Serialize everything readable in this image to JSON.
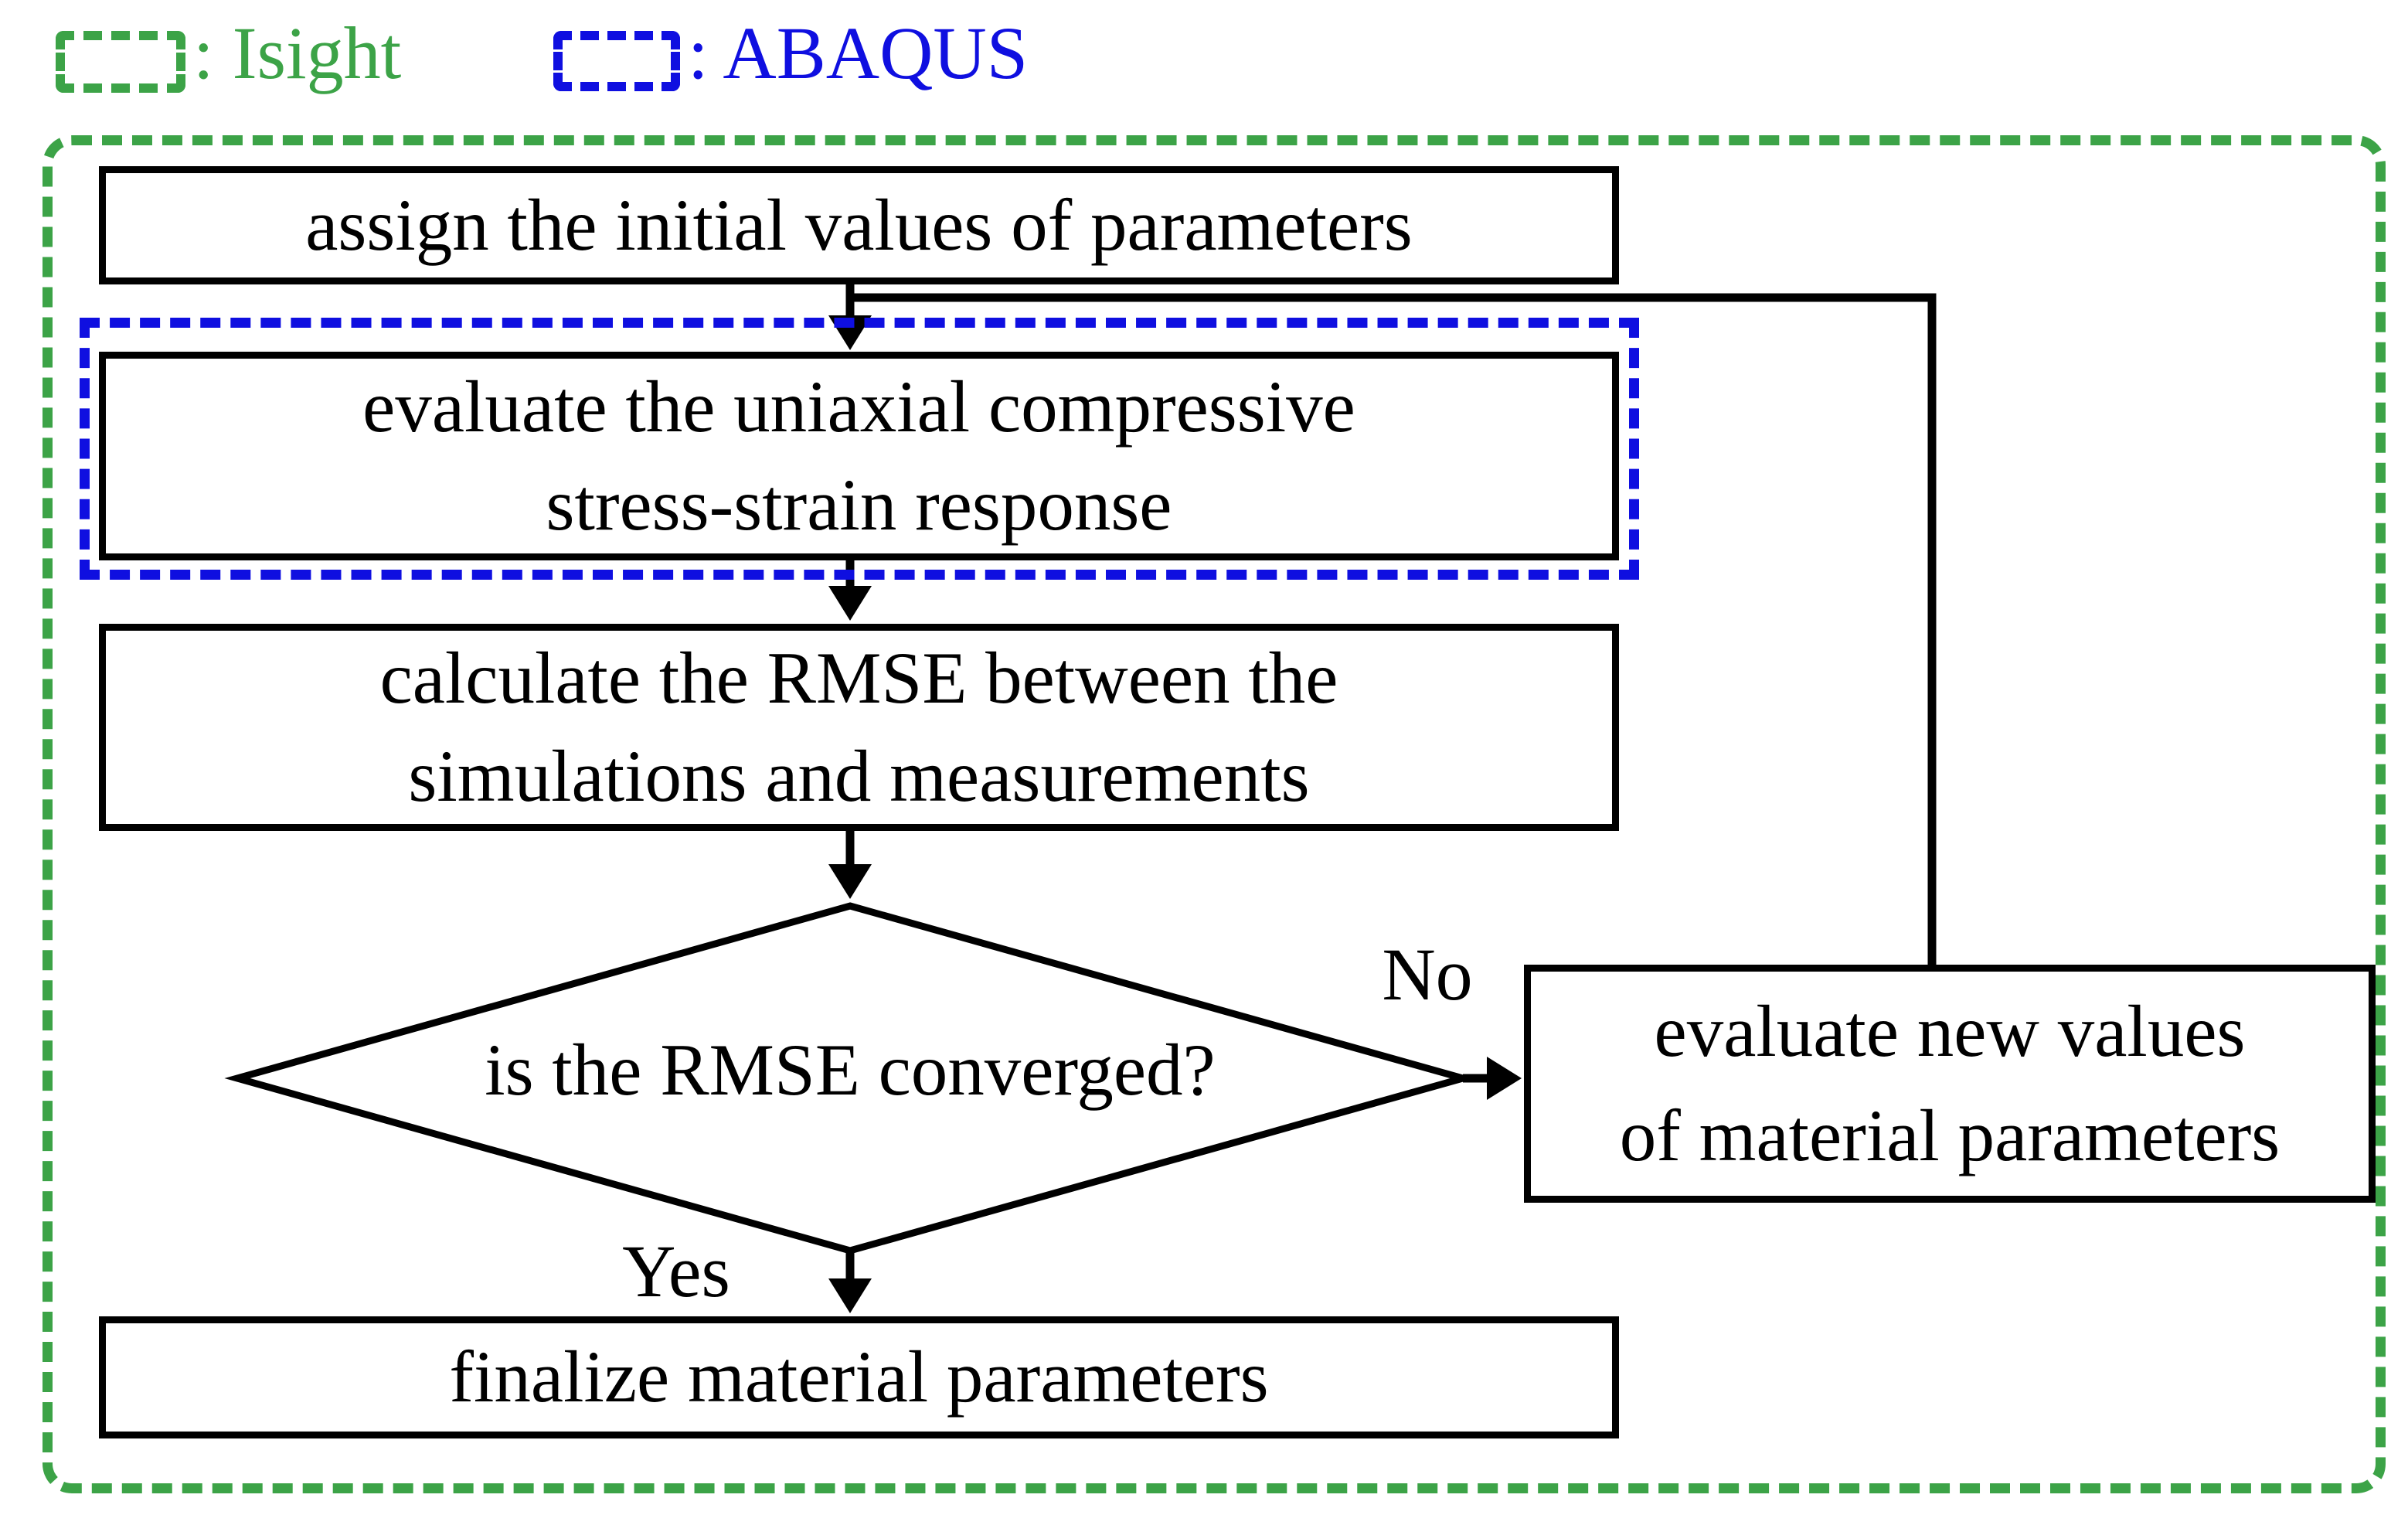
{
  "colors": {
    "green": "#3CA347",
    "blue": "#0F0FE0",
    "line": "#000000",
    "background": "#FFFFFF"
  },
  "legend": {
    "items": [
      {
        "id": "isight",
        "label": ": Isight"
      },
      {
        "id": "abaqus",
        "label": ": ABAQUS"
      }
    ]
  },
  "flow": {
    "assign": "assign the initial values of parameters",
    "evaluate": {
      "line1": "evaluate the uniaxial compressive",
      "line2": "stress-strain response"
    },
    "rmse": {
      "line1": "calculate the RMSE between the",
      "line2": "simulations and measurements"
    },
    "decision": "is the RMSE converged?",
    "new_values": {
      "line1": "evaluate new values",
      "line2": "of material parameters"
    },
    "finalize": "finalize material parameters",
    "no_label": "No",
    "yes_label": "Yes"
  }
}
